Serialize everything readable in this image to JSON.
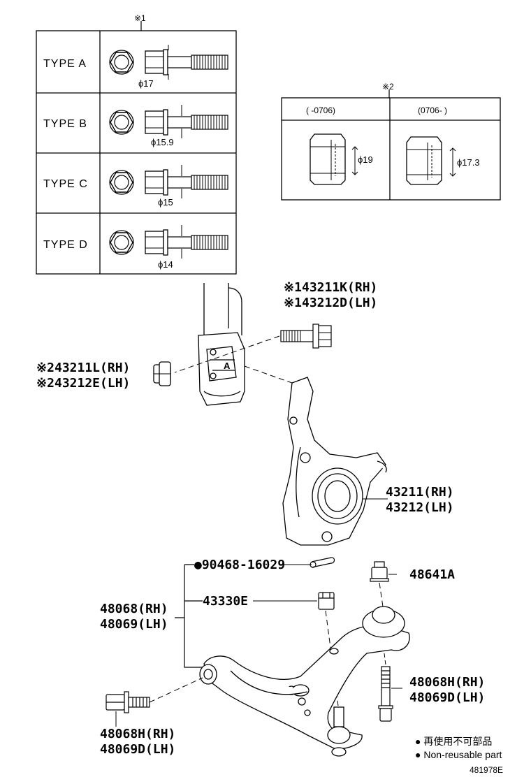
{
  "bolt_table": {
    "marker": "※1",
    "rows": [
      {
        "type": "TYPE  A",
        "dia": "ϕ17"
      },
      {
        "type": "TYPE  B",
        "dia": "ϕ15.9"
      },
      {
        "type": "TYPE  C",
        "dia": "ϕ15"
      },
      {
        "type": "TYPE  D",
        "dia": "ϕ14"
      }
    ]
  },
  "nut_table": {
    "marker": "※2",
    "headers": [
      "(      -0706)",
      "(0706-      )"
    ],
    "dims": [
      "ϕ19",
      "ϕ17.3"
    ]
  },
  "parts": {
    "bolt_rh": "43211K(RH)",
    "bolt_lh": "43212D(LH)",
    "bolt_mark": "※1",
    "nut_rh": "43211L(RH)",
    "nut_lh": "43212E(LH)",
    "nut_mark": "※2",
    "knuckle_rh": "43211(RH)",
    "knuckle_lh": "43212(LH)",
    "pin": "●90468-16029",
    "nut_castle": "43330E",
    "arm_rh": "48068(RH)",
    "arm_lh": "48069(LH)",
    "ball_nut": "48641A",
    "rear_bolt_rh": "48068H(RH)",
    "rear_bolt_lh": "48069D(LH)",
    "front_bolt_rh": "48068H(RH)",
    "front_bolt_lh": "48069D(LH)",
    "strut_mark": "A"
  },
  "legend": {
    "jp": "● 再使用不可部品",
    "en": "● Non-reusable part"
  },
  "figure_id": "481978E"
}
